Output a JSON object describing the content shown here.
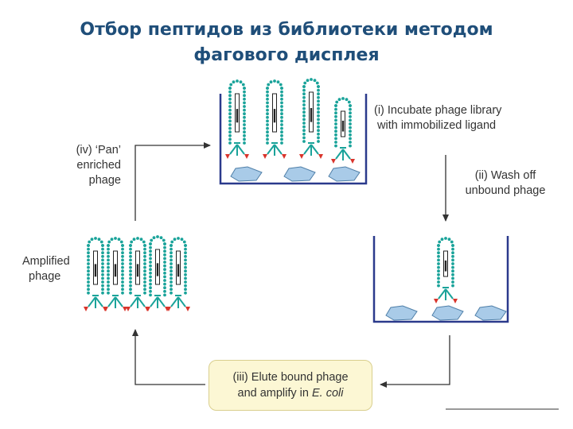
{
  "title": {
    "line1": "Отбор пептидов из библиотеки методом",
    "line2": "фагового дисплея"
  },
  "steps": {
    "i_line1": "(i) Incubate phage library",
    "i_line2": "with immobilized ligand",
    "ii_line1": "(ii) Wash off",
    "ii_line2": "unbound phage",
    "iii_line1": "(iii) Elute bound phage",
    "iii_line2_prefix": "and amplify in ",
    "iii_line2_italic": "E. coli",
    "iv_line1": "(iv) ‘Pan’",
    "iv_line2": "enriched",
    "iv_line3": "phage"
  },
  "amplified": {
    "line1": "Amplified",
    "line2": "phage"
  },
  "colors": {
    "phage_bead": "#1aa39a",
    "phage_tail": "#1aa39a",
    "peptide_tip": "#d9342b",
    "ligand_fill": "#a9cbe8",
    "ligand_stroke": "#4f7fa8",
    "dish_stroke": "#2b3a8c",
    "arrow": "#333333",
    "title": "#1f4e79",
    "box_fill": "#fcf7d4"
  }
}
